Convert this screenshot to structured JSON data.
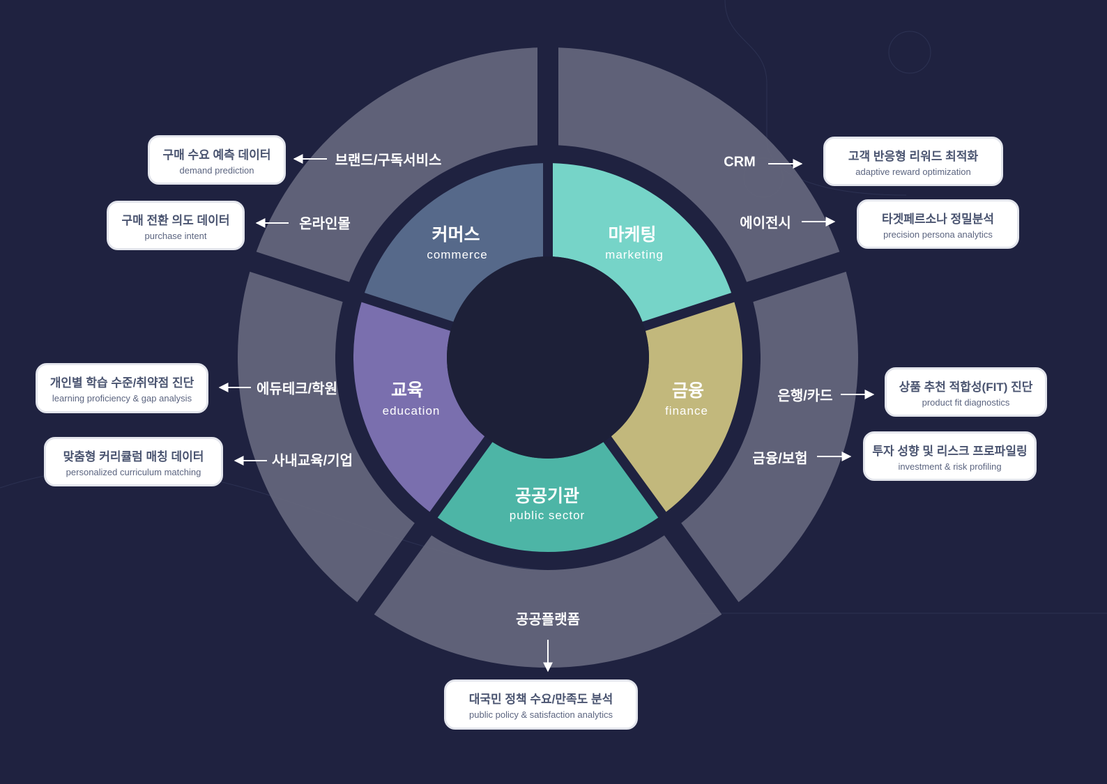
{
  "colors": {
    "background": "#1f2240",
    "outer_ring": "#63657b",
    "commerce": "#56698a",
    "marketing": "#76d4c8",
    "finance": "#c2b87c",
    "public": "#4db5a6",
    "education": "#7a6fae"
  },
  "segments": {
    "commerce": {
      "ko": "커머스",
      "en": "commerce"
    },
    "marketing": {
      "ko": "마케팅",
      "en": "marketing"
    },
    "finance": {
      "ko": "금융",
      "en": "finance"
    },
    "public": {
      "ko": "공공기관",
      "en": "public sector"
    },
    "education": {
      "ko": "교육",
      "en": "education"
    }
  },
  "subsectors": {
    "brand": "브랜드/구독서비스",
    "online": "온라인몰",
    "crm": "CRM",
    "agency": "에이전시",
    "edutech": "에듀테크/학원",
    "corp": "사내교육/기업",
    "bank": "은행/카드",
    "insurance": "금융/보험",
    "public_platform": "공공플랫폼"
  },
  "boxes": {
    "demand": {
      "ko": "구매 수요 예측 데이터",
      "en": "demand prediction"
    },
    "intent": {
      "ko": "구매 전환 의도 데이터",
      "en": "purchase intent"
    },
    "reward": {
      "ko": "고객 반응형 리워드 최적화",
      "en": "adaptive reward optimization"
    },
    "persona": {
      "ko": "타겟페르소나 정밀분석",
      "en": "precision persona analytics"
    },
    "learning": {
      "ko": "개인별 학습 수준/취약점 진단",
      "en": "learning proficiency & gap analysis"
    },
    "curriculum": {
      "ko": "맞춤형 커리큘럼 매칭 데이터",
      "en": "personalized curriculum matching"
    },
    "fit": {
      "ko": "상품 추천 적합성(FIT) 진단",
      "en": "product fit diagnostics"
    },
    "risk": {
      "ko": "투자 성향 및 리스크 프로파일링",
      "en": "investment & risk profiling"
    },
    "policy": {
      "ko": "대국민 정책 수요/만족도 분석",
      "en": "public policy & satisfaction analytics"
    }
  }
}
